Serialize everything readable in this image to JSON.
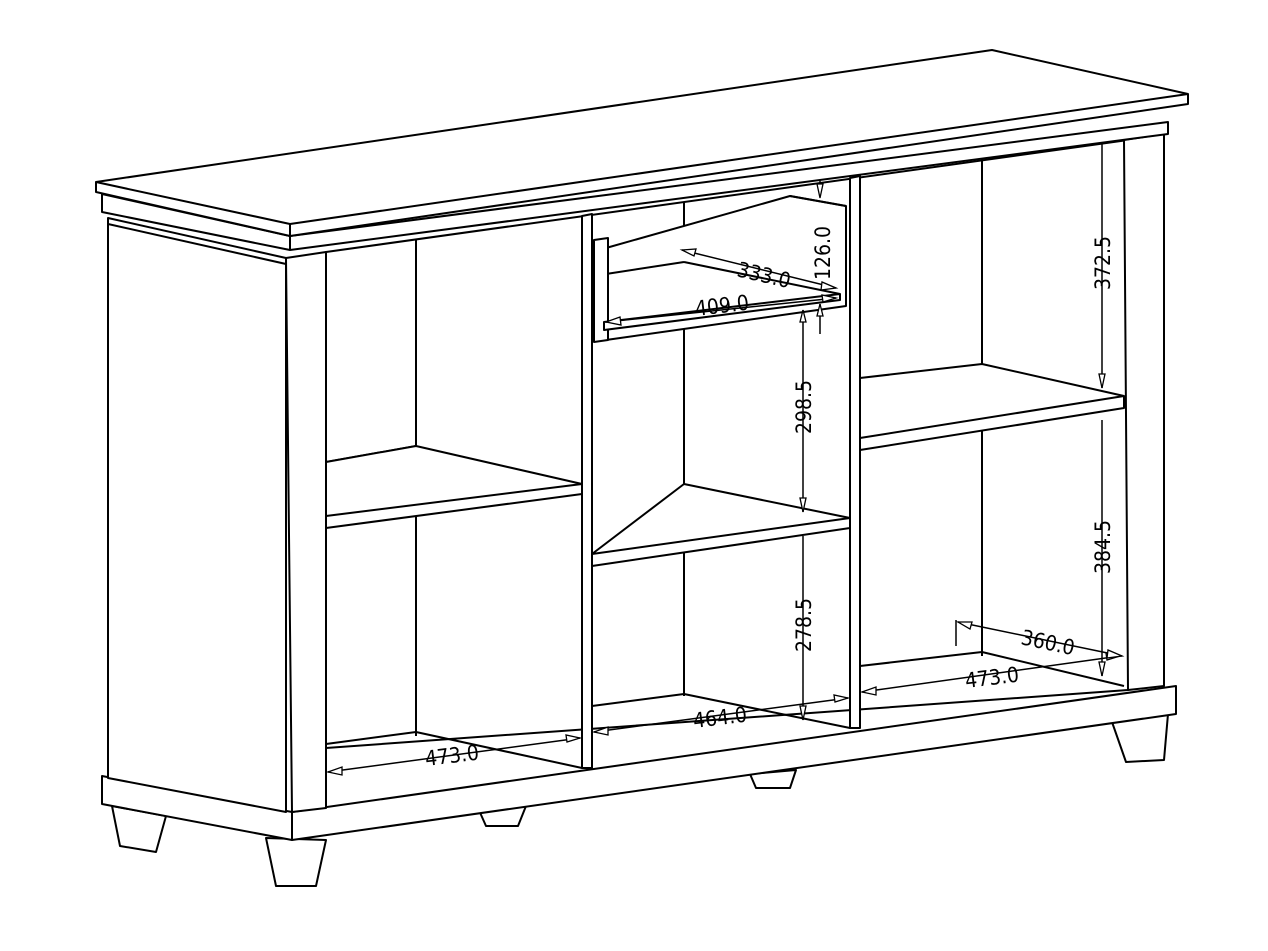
{
  "drawing": {
    "subject": "Sideboard cabinet with three open compartments, shelves and a drawer",
    "units": "mm",
    "line_color": "#000000",
    "background": "#ffffff"
  },
  "dimensions": {
    "drawer_inner_depth": "333.0",
    "drawer_height": "126.0",
    "drawer_width": "409.0",
    "right_upper_height": "372.5",
    "right_lower_height": "384.5",
    "middle_upper_height": "298.5",
    "middle_lower_height": "278.5",
    "left_bottom_width": "473.0",
    "middle_bottom_width": "464.0",
    "right_bottom_width": "473.0",
    "right_shelf_depth": "360.0"
  }
}
